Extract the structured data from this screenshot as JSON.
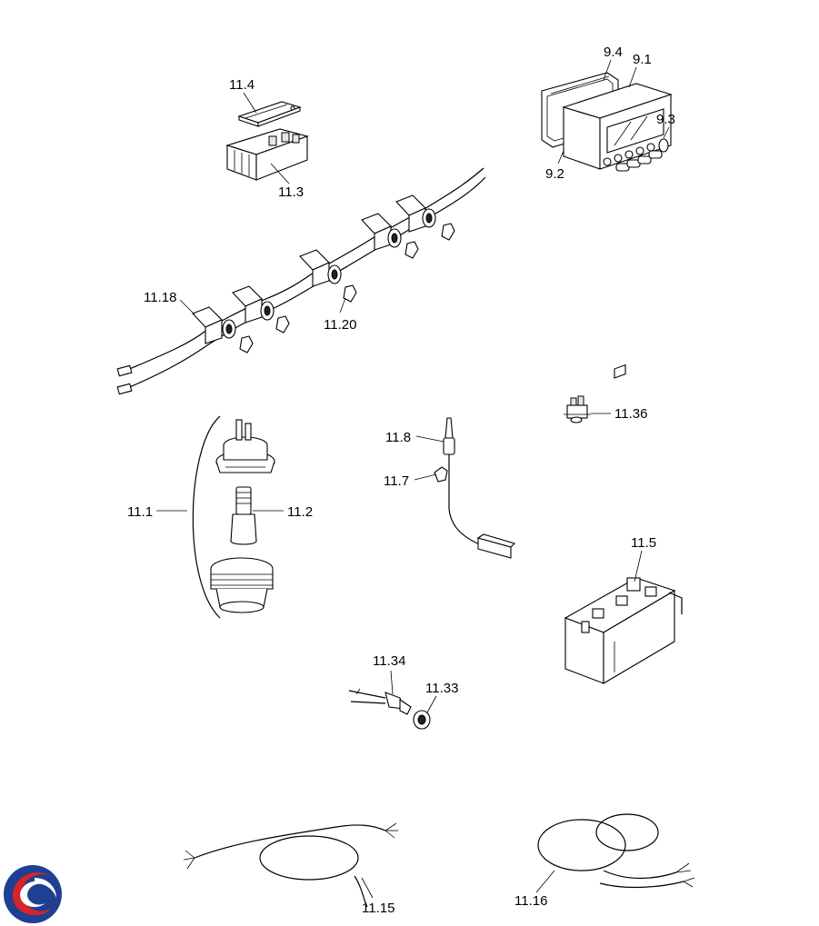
{
  "labels": {
    "p11_4": "11.4",
    "p11_3": "11.3",
    "p9_4": "9.4",
    "p9_1": "9.1",
    "p9_3": "9.3",
    "p9_2": "9.2",
    "p11_18": "11.18",
    "p11_20": "11.20",
    "p11_36": "11.36",
    "p11_8": "11.8",
    "p11_7": "11.7",
    "p11_1": "11.1",
    "p11_2": "11.2",
    "p11_5": "11.5",
    "p11_34": "11.34",
    "p11_33": "11.33",
    "p11_15": "11.15",
    "p11_16": "11.16"
  },
  "brand": {
    "logo_colors": [
      "#1f3f93",
      "#d8232a"
    ]
  }
}
